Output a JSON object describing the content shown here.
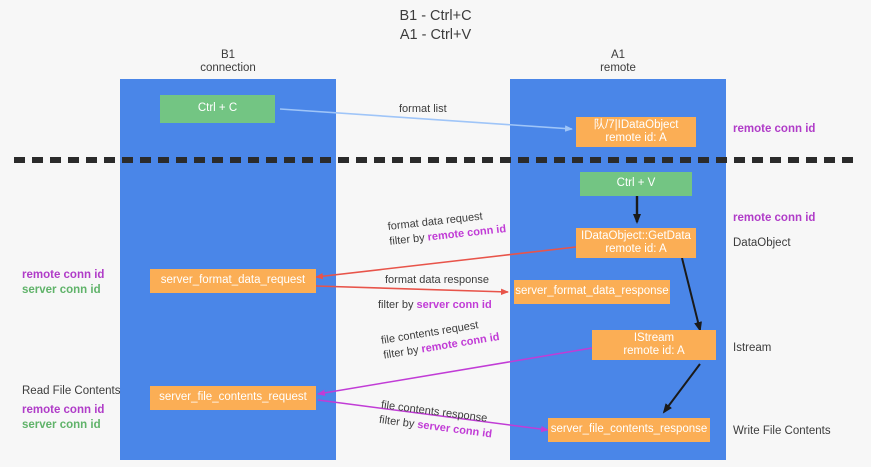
{
  "title": {
    "line1": "B1 - Ctrl+C",
    "line2": "A1 - Ctrl+V"
  },
  "lanes": [
    {
      "name": "B1",
      "role": "connection"
    },
    {
      "name": "A1",
      "role": "remote"
    }
  ],
  "boxes": {
    "ctrl_c": "Ctrl + C",
    "ctrl_v": "Ctrl + V",
    "idataobject_l1": "队/7|IDataObject",
    "idataobject_l2": "remote id: A",
    "getdata_l1": "IDataObject::GetData",
    "getdata_l2": "remote id: A",
    "istream_l1": "IStream",
    "istream_l2": "remote id: A",
    "server_format_data_request": "server_format_data_request",
    "server_format_data_response": "server_format_data_response",
    "server_file_contents_request": "server_file_contents_request",
    "server_file_contents_response": "server_file_contents_response"
  },
  "arrow_labels": {
    "format_list": "format list",
    "format_data_request": "format data request",
    "format_data_request_filter_prefix": "filter by ",
    "format_data_request_filter_key": "remote conn id",
    "format_data_response": "format data response",
    "format_data_response_filter_prefix": "filter by ",
    "format_data_response_filter_key": "server conn id",
    "file_contents_request": "file contents request",
    "file_contents_request_filter_prefix": "filter by ",
    "file_contents_request_filter_key": "remote conn id",
    "file_contents_response": "file contents response",
    "file_contents_response_filter_prefix": "filter by ",
    "file_contents_response_filter_key": "server conn id"
  },
  "right_labels": {
    "remote_conn_id_top": "remote conn id",
    "remote_conn_id_mid": "remote conn id",
    "dataobject": "DataObject",
    "istream": "Istream",
    "write_file_contents": "Write File Contents"
  },
  "left_labels": {
    "remote_conn_id_mid": "remote conn id",
    "server_conn_id_mid": "server conn id",
    "read_file_contents": "Read File Contents",
    "remote_conn_id_low": "remote conn id",
    "server_conn_id_low": "server conn id"
  },
  "colors": {
    "lane": "#4a86e8",
    "green_box": "#73c583",
    "orange_box": "#fbae55",
    "purple": "#b03cc8",
    "green_text": "#60b36a",
    "red_arrow": "#e8544a",
    "magenta_arrow": "#c13cd6",
    "blue_arrow": "#9fc5f8",
    "divider": "#2b2b2b",
    "background": "#f7f7f7"
  }
}
